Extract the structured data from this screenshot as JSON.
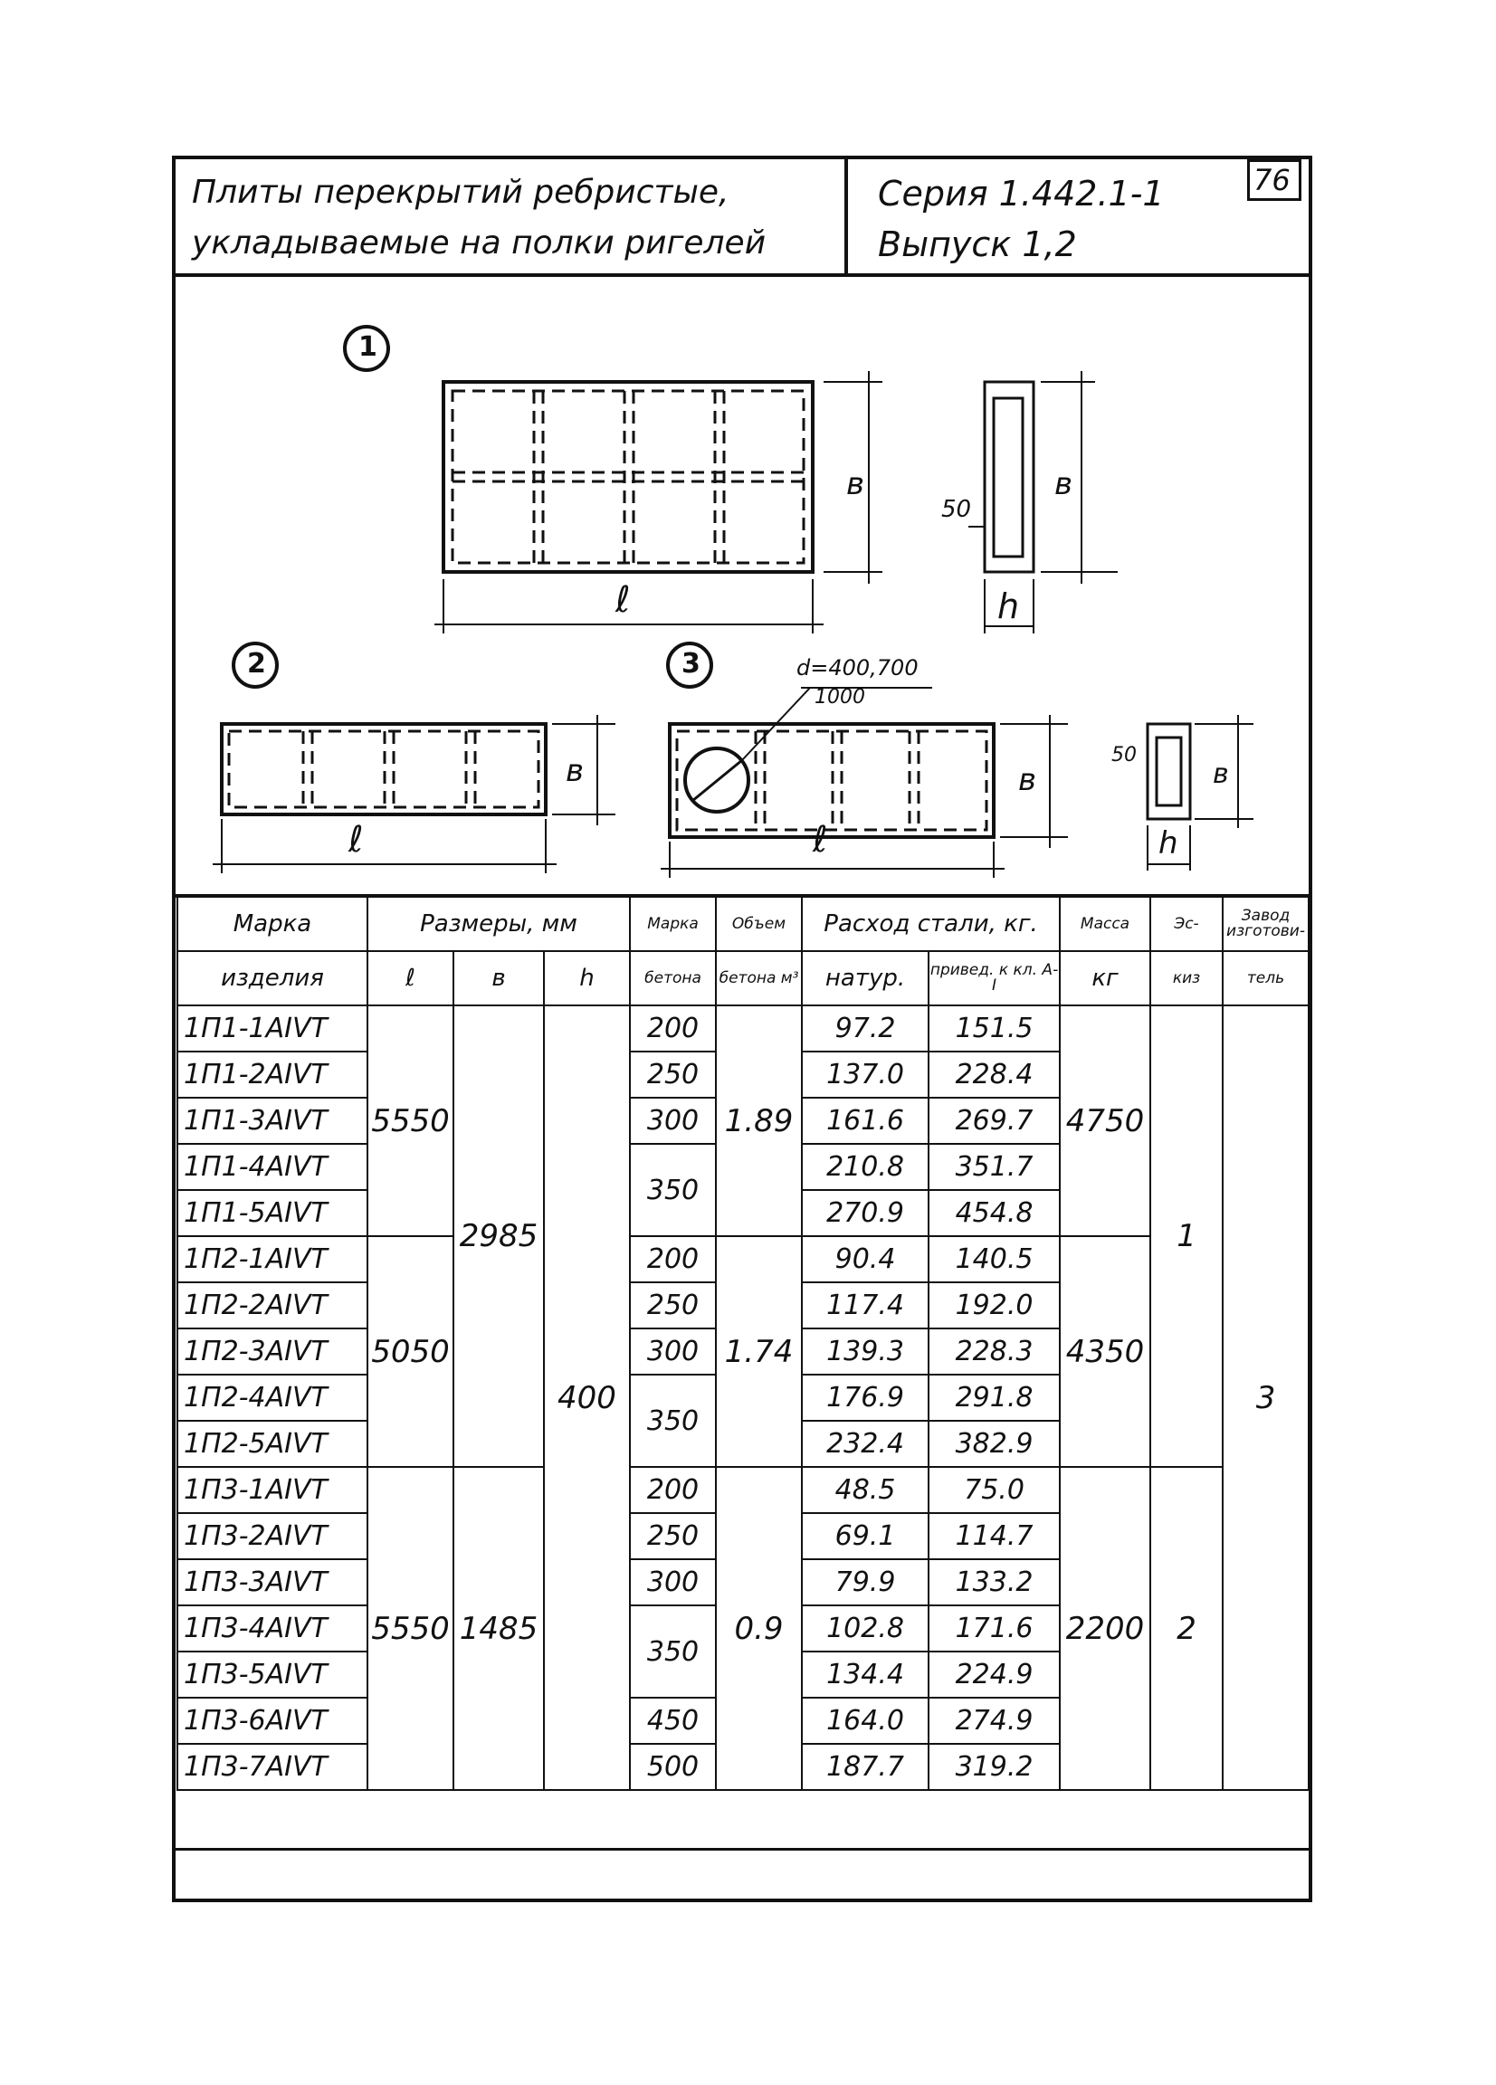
{
  "page_number": "76",
  "header": {
    "title_line1": "Плиты перекрытий ребристые,",
    "title_line2": "укладываемые на полки ригелей",
    "series": "Серия 1.442.1-1",
    "issue": "Выпуск 1,2"
  },
  "drawings": {
    "label_1": "1",
    "label_2": "2",
    "label_3": "3",
    "dim_l": "ℓ",
    "dim_b": "в",
    "dim_h": "h",
    "dim_50": "50",
    "hole_note_1": "d=400,700",
    "hole_note_2": "1000"
  },
  "table": {
    "col_mark_1": "Марка",
    "col_mark_2": "изделия",
    "col_dims": "Размеры, мм",
    "col_l": "ℓ",
    "col_b": "в",
    "col_h": "h",
    "col_concrete_grade_1": "Марка",
    "col_concrete_grade_2": "бетона",
    "col_volume_1": "Объем",
    "col_volume_2": "бетона м³",
    "col_steel": "Расход стали, кг.",
    "col_steel_nat": "натур.",
    "col_steel_red": "привед. к кл. А-I",
    "col_mass_1": "Масса",
    "col_mass_2": "кг",
    "col_sketch_1": "Эс-",
    "col_sketch_2": "киз",
    "col_plant_1": "Завод",
    "col_plant_2": "изготови-",
    "col_plant_3": "тель",
    "rows": [
      {
        "mark": "1П1-1АIVТ",
        "grade": "200",
        "nat": "97.2",
        "red": "151.5"
      },
      {
        "mark": "1П1-2АIVТ",
        "grade": "250",
        "nat": "137.0",
        "red": "228.4"
      },
      {
        "mark": "1П1-3АIVТ",
        "grade": "300",
        "nat": "161.6",
        "red": "269.7"
      },
      {
        "mark": "1П1-4АIVТ",
        "grade": "",
        "nat": "210.8",
        "red": "351.7"
      },
      {
        "mark": "1П1-5АIVТ",
        "grade": "",
        "nat": "270.9",
        "red": "454.8"
      },
      {
        "mark": "1П2-1АIVТ",
        "grade": "200",
        "nat": "90.4",
        "red": "140.5"
      },
      {
        "mark": "1П2-2АIVТ",
        "grade": "250",
        "nat": "117.4",
        "red": "192.0"
      },
      {
        "mark": "1П2-3АIVТ",
        "grade": "300",
        "nat": "139.3",
        "red": "228.3"
      },
      {
        "mark": "1П2-4АIVТ",
        "grade": "",
        "nat": "176.9",
        "red": "291.8"
      },
      {
        "mark": "1П2-5АIVТ",
        "grade": "",
        "nat": "232.4",
        "red": "382.9"
      },
      {
        "mark": "1П3-1АIVТ",
        "grade": "200",
        "nat": "48.5",
        "red": "75.0"
      },
      {
        "mark": "1П3-2АIVТ",
        "grade": "250",
        "nat": "69.1",
        "red": "114.7"
      },
      {
        "mark": "1П3-3АIVТ",
        "grade": "300",
        "nat": "79.9",
        "red": "133.2"
      },
      {
        "mark": "1П3-4АIVТ",
        "grade": "",
        "nat": "102.8",
        "red": "171.6"
      },
      {
        "mark": "1П3-5АIVТ",
        "grade": "",
        "nat": "134.4",
        "red": "224.9"
      },
      {
        "mark": "1П3-6АIVТ",
        "grade": "450",
        "nat": "164.0",
        "red": "274.9"
      },
      {
        "mark": "1П3-7АIVТ",
        "grade": "500",
        "nat": "187.7",
        "red": "319.2"
      }
    ],
    "merged": {
      "l_p1": "5550",
      "l_p2": "5050",
      "l_p3": "5550",
      "b_p12": "2985",
      "b_p3": "1485",
      "h_all": "400",
      "grade_350_a": "350",
      "grade_350_b": "350",
      "grade_350_c": "350",
      "vol_p1": "1.89",
      "vol_p2": "1.74",
      "vol_p3": "0.9",
      "mass_p1": "4750",
      "mass_p2": "4350",
      "mass_p3": "2200",
      "sketch_p12": "1",
      "sketch_p3": "2",
      "plant_all": "3"
    }
  }
}
